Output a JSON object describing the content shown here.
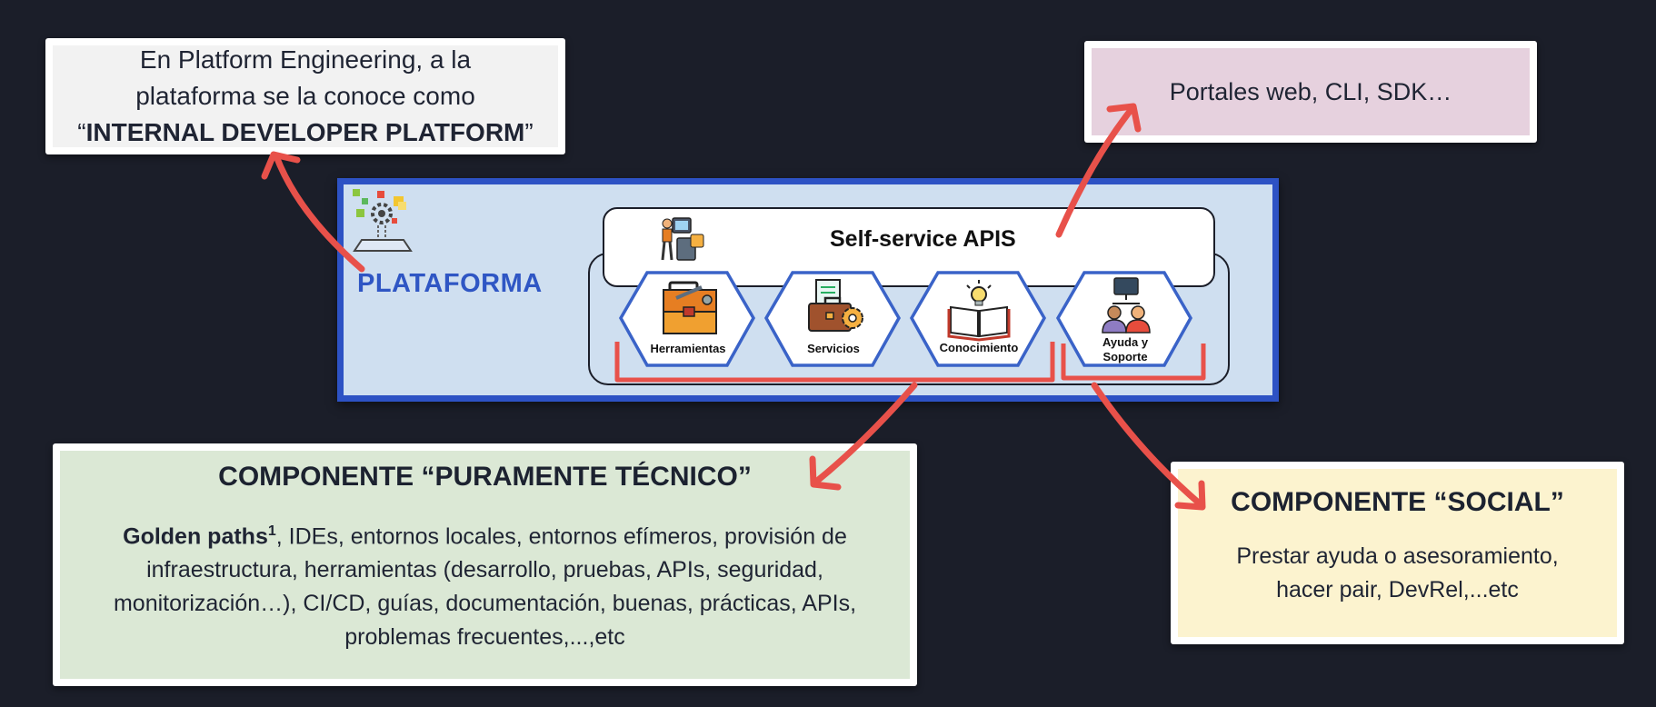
{
  "idp_note": {
    "line1": "En Platform Engineering, a la",
    "line2": "plataforma se la conoce como",
    "quote_open": "“",
    "emphasis": "INTERNAL DEVELOPER PLATFORM",
    "quote_close": "”"
  },
  "portals_note": {
    "text": "Portales web, CLI, SDK…"
  },
  "platform": {
    "title": "PLATAFORMA",
    "apis_label": "Self-service APIS",
    "components": [
      {
        "label": "Herramientas",
        "icon": "toolbox-icon"
      },
      {
        "label": "Servicios",
        "icon": "briefcase-gear-icon"
      },
      {
        "label": "Conocimiento",
        "icon": "book-lightbulb-icon"
      },
      {
        "label_line1": "Ayuda y",
        "label_line2": "Soporte",
        "icon": "support-team-icon"
      }
    ]
  },
  "technical_component": {
    "title": "COMPONENTE “PURAMENTE TÉCNICO”",
    "bold_lead": "Golden paths",
    "footnote": "1",
    "body_line1": ", IDEs, entornos locales, entornos efímeros, provisión de",
    "body_line2": "infraestructura, herramientas (desarrollo, pruebas, APIs, seguridad,",
    "body_line3": "monitorización…), CI/CD, guías, documentación, buenas, prácticas, APIs,",
    "body_line4": "problemas frecuentes,...,etc"
  },
  "social_component": {
    "title": "COMPONENTE “SOCIAL”",
    "body_line1": "Prestar ayuda o asesoramiento,",
    "body_line2": "hacer pair, DevRel,...etc"
  },
  "colors": {
    "background": "#1b1e29",
    "platform_border": "#2d52c4",
    "platform_fill": "#cfdff0",
    "arrow": "#e8514a",
    "idp_card": "#f2f2f2",
    "portals_card": "#e6d1de",
    "technical_card": "#dbe8d5",
    "social_card": "#fcf3cf"
  }
}
